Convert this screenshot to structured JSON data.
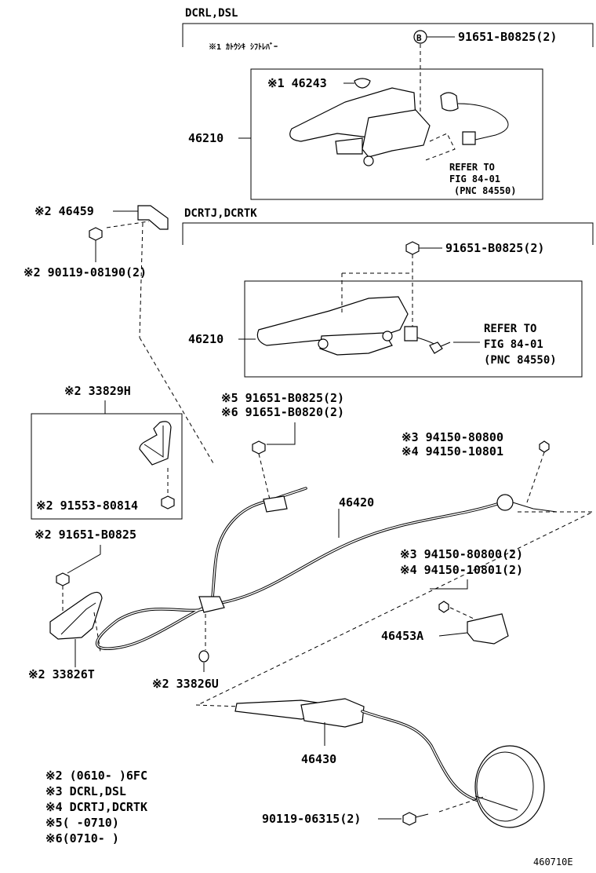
{
  "groups": {
    "dsl_header": "DCRL,DSL",
    "dcrtj_header": "DCRTJ,DCRTK"
  },
  "labels": {
    "katoushiki": "※1 ｶﾄｳｼｷ ｼﾌﾄﾚﾊﾞｰ",
    "b_badge": "B",
    "bolt_a_top": "91651-B0825(2)",
    "cap_46243": "※1 46243",
    "lever_a": "46210",
    "ref_a_1": "REFER TO",
    "ref_a_2": "FIG 84-01",
    "ref_a_3": "(PNC 84550)",
    "bracket_46459": "※2 46459",
    "bolt_left": "※2 90119-08190(2)",
    "bolt_b_top": "91651-B0825(2)",
    "lever_b": "46210",
    "ref_b_1": "REFER TO",
    "ref_b_2": "FIG 84-01",
    "ref_b_3": "(PNC 84550)",
    "clamp_33829h": "※2 33829H",
    "bolt_91553": "※2 91553-80814",
    "bolt_s5": "※5 91651-B0825(2)",
    "bolt_s6": "※6 91651-B0820(2)",
    "nut_s3": "※3 94150-80800",
    "nut_s4": "※4 94150-10801",
    "cable_46420": "46420",
    "bolt_91651": "※2 91651-B0825",
    "nut_s3b": "※3 94150-80800(2)",
    "nut_s4b": "※4 94150-10801(2)",
    "bracket_46453a": "46453A",
    "clamp_33826t": "※2 33826T",
    "grommet_33826u": "※2 33826U",
    "cable_46430": "46430",
    "bolt_90119": "90119-06315(2)"
  },
  "notes": [
    "※2 (0610-     )6FC",
    "※3 DCRL,DSL",
    "※4 DCRTJ,DCRTK",
    "※5(     -0710)",
    "※6(0710-     )"
  ],
  "figure_code": "460710E"
}
